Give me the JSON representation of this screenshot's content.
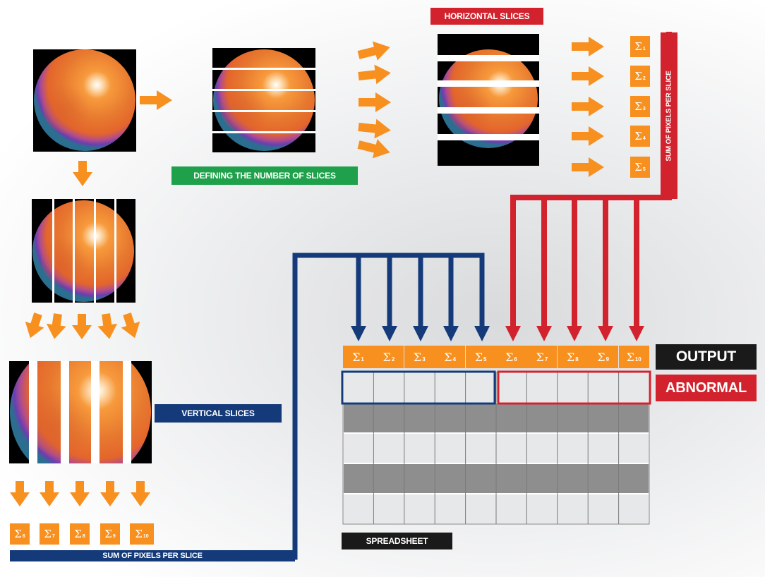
{
  "labels": {
    "horizontal_slices": "HORIZONTAL SLICES",
    "defining_slices": "DEFINING THE NUMBER OF SLICES",
    "sum_pixels_vertical": "SUM OF PIXELS PER SLICE",
    "vertical_slices": "VERTICAL SLICES",
    "sum_pixels_bottom": "SUM OF PIXELS PER SLICE",
    "spreadsheet": "SPREADSHEET",
    "output": "OUTPUT",
    "abnormal": "ABNORMAL"
  },
  "sigma_symbol": "Σ",
  "right_sums": [
    "1",
    "2",
    "3",
    "4",
    "5"
  ],
  "bottom_sums": [
    "6",
    "7",
    "8",
    "9",
    "10"
  ],
  "spreadsheet_headers": [
    "1",
    "2",
    "3",
    "4",
    "5",
    "6",
    "7",
    "8",
    "9",
    "10"
  ],
  "colors": {
    "orange": "#f7901e",
    "red": "#d2222d",
    "navy": "#143a7a",
    "green": "#1fa04a",
    "dark": "#1a1a1a",
    "row_gray": "#8e8e8e",
    "row_light": "#e7e8e9"
  }
}
